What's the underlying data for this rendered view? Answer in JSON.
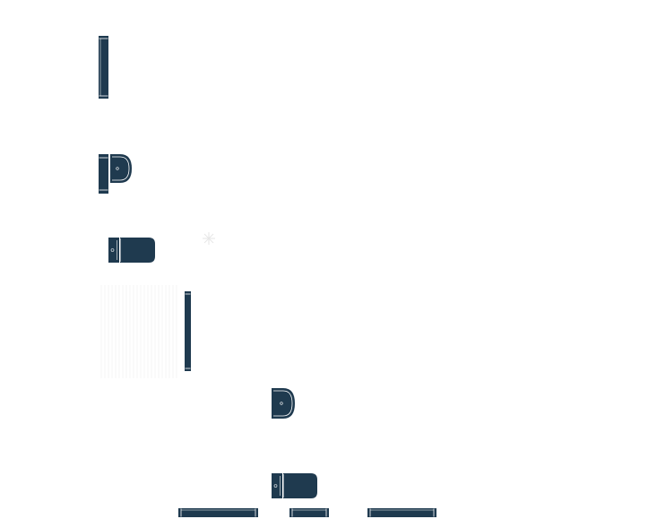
{
  "canvas": {
    "background": "#ffffff"
  },
  "colors": {
    "fixture_fill": "#1f3a4f",
    "fixture_line": "#ffffff",
    "hatch": "#f0f0f0",
    "faint_symbol": "#e6e6e6"
  },
  "fixtures": [
    {
      "kind": "vertical-panel",
      "icon": "wall-panel-icon"
    },
    {
      "kind": "washbasin-with-panel",
      "icon": "washbasin-icon"
    },
    {
      "kind": "toilet-top-view",
      "icon": "toilet-icon"
    },
    {
      "kind": "faint-symbol",
      "icon": "snowflake-icon"
    },
    {
      "kind": "hatched-area",
      "icon": "hatch-pattern-icon"
    },
    {
      "kind": "vertical-panel",
      "icon": "wall-panel-icon"
    },
    {
      "kind": "washbasin",
      "icon": "washbasin-icon"
    },
    {
      "kind": "toilet-top-view",
      "icon": "toilet-icon"
    },
    {
      "kind": "horizontal-panel",
      "icon": "wall-panel-icon"
    },
    {
      "kind": "horizontal-panel",
      "icon": "wall-panel-icon"
    },
    {
      "kind": "horizontal-panel",
      "icon": "wall-panel-icon"
    }
  ]
}
